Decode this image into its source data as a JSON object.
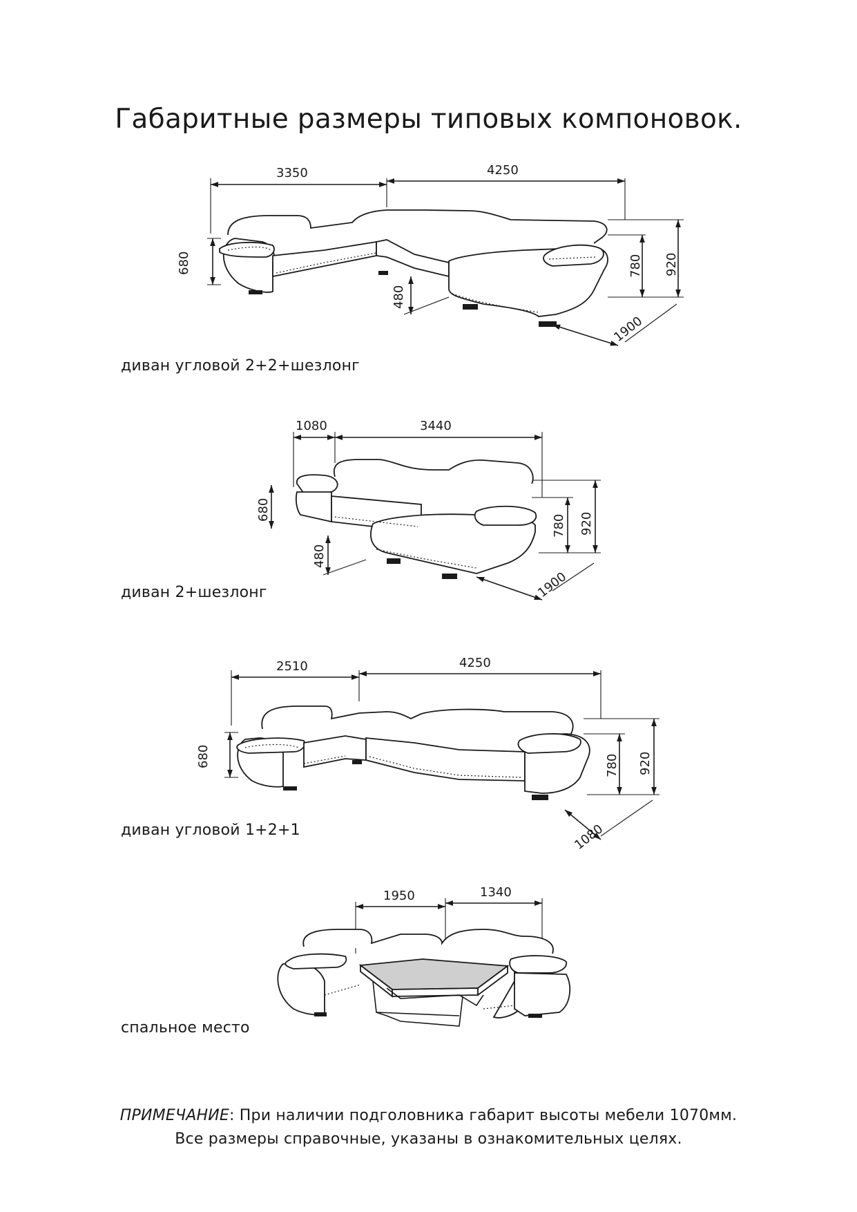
{
  "title": "Габаритные размеры типовых компоновок.",
  "layouts": [
    {
      "caption": "диван угловой 2+2+шезлонг",
      "dims": {
        "top_left": "3350",
        "top_right": "4250",
        "back_height": "680",
        "seat_height": "480",
        "height_arm": "780",
        "height_total": "920",
        "depth": "1900"
      }
    },
    {
      "caption": "диван 2+шезлонг",
      "dims": {
        "top_left": "1080",
        "top_right": "3440",
        "back_height": "680",
        "seat_height": "480",
        "height_arm": "780",
        "height_total": "920",
        "depth": "1900"
      }
    },
    {
      "caption": "диван угловой 1+2+1",
      "dims": {
        "top_left": "2510",
        "top_right": "4250",
        "back_height": "680",
        "height_arm": "780",
        "height_total": "920",
        "depth": "1080"
      }
    },
    {
      "caption": "спальное место",
      "dims": {
        "top_left": "1950",
        "top_right": "1340"
      }
    }
  ],
  "note": {
    "label": "ПРИМЕЧАНИЕ",
    "line1": ": При наличии подголовника габарит высоты мебели 1070мм.",
    "line2": "Все размеры справочные, указаны в ознакомительных целях."
  }
}
